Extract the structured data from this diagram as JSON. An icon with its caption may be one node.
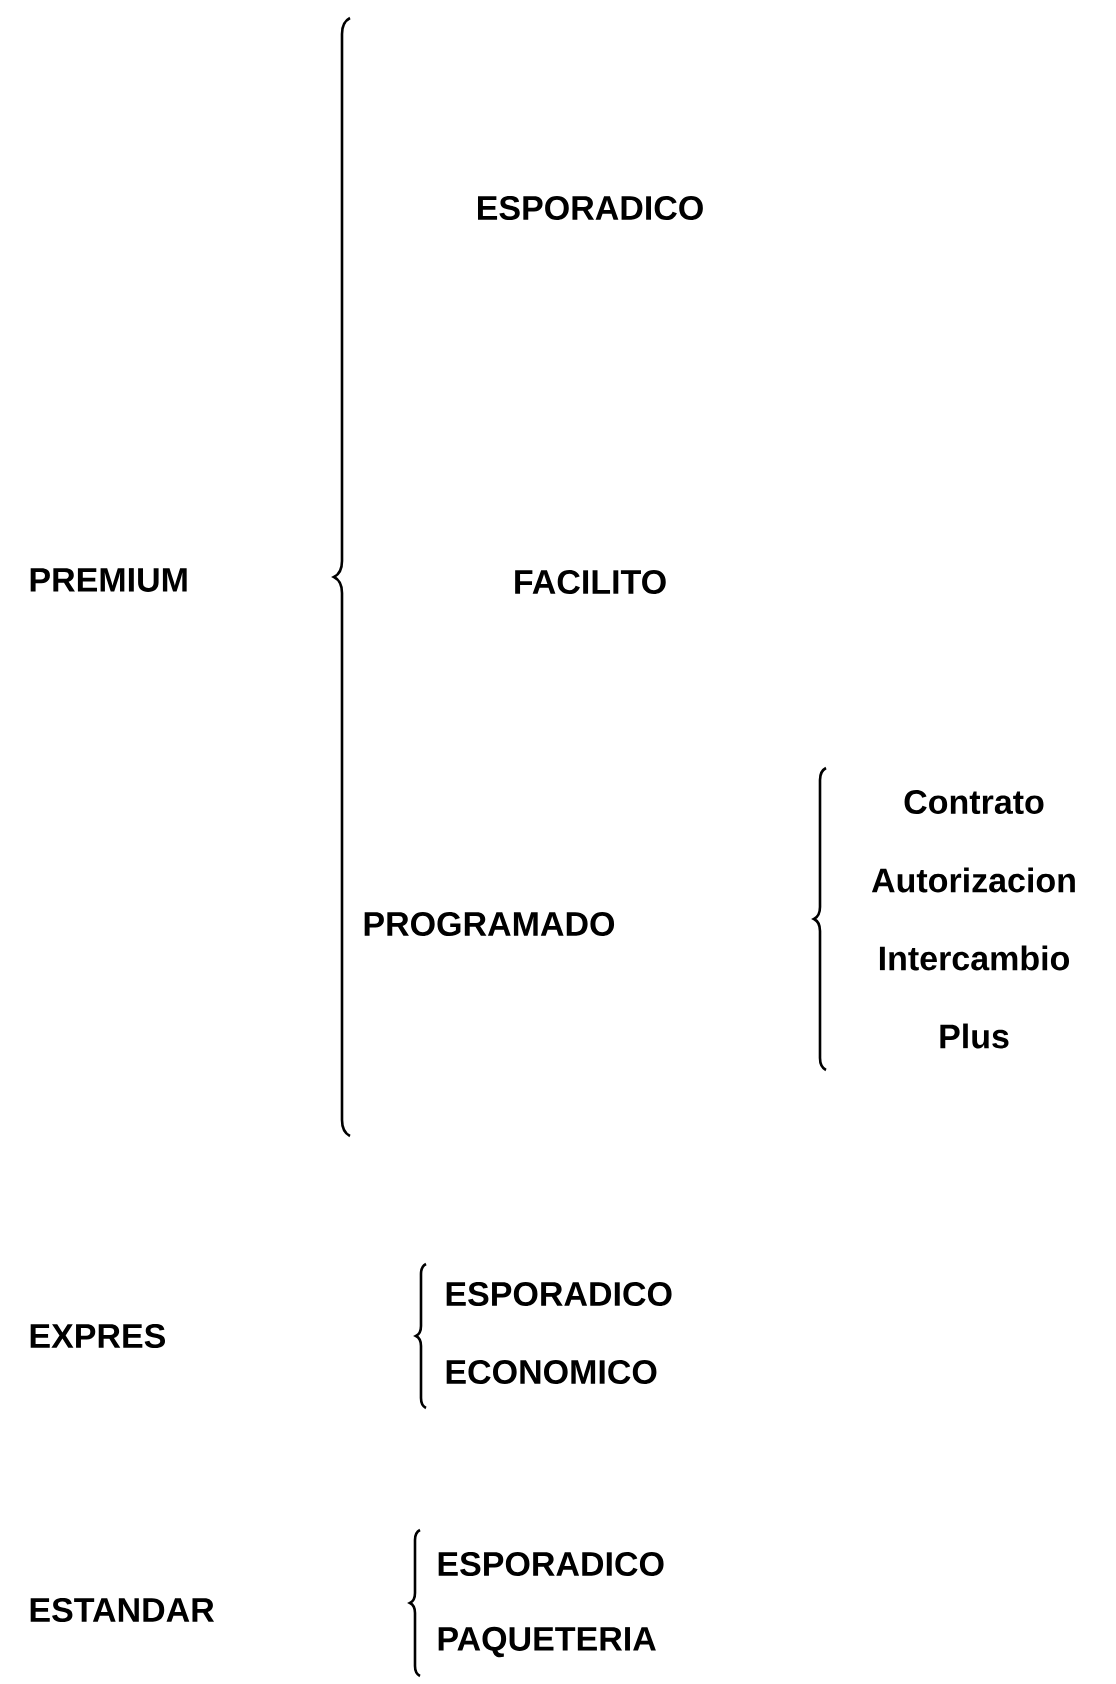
{
  "diagram": {
    "labels": [
      "PREMIUM",
      "ESPORADICO",
      "FACILITO",
      "PROGRAMADO",
      "Contrato",
      "Autorizacion",
      "Intercambio",
      "Plus",
      "EXPRES",
      "ESPORADICO",
      "ECONOMICO",
      "ESTANDAR",
      "ESPORADICO",
      "PAQUETERIA"
    ]
  }
}
